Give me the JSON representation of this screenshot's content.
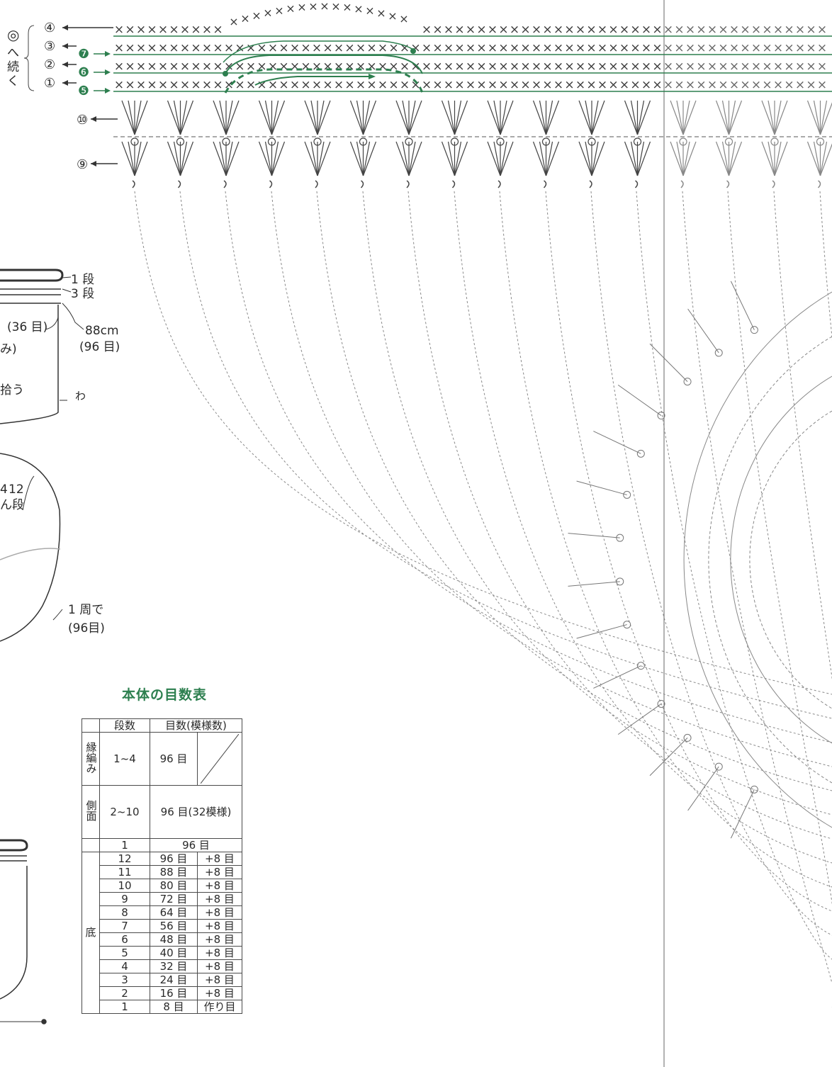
{
  "chart_labels": {
    "row_markers_left": [
      "④",
      "③",
      "②",
      "①"
    ],
    "row_markers_right": [
      "❼",
      "❻",
      "❺"
    ],
    "row_10": "⑩",
    "row_9": "⑨",
    "continue_note": "◎へ続く"
  },
  "schematic_labels": {
    "row1": "1 段",
    "row3": "3 段",
    "stitch36": "(36 目)",
    "circ_cm": "88cm",
    "circ_st": "(96 目)",
    "mi_fragment": "み)",
    "pick_fragment": "拾う",
    "wa": "わ",
    "rows_12": "12",
    "rows_dan": "ん段",
    "rows_4": "4",
    "round_label": "1 周で",
    "round_st": "(96目)"
  },
  "table": {
    "title": "本体の目数表",
    "header_row": "段数",
    "header_stitches": "目数(模様数)",
    "edge": {
      "section": "縁編み",
      "rows": "1~4",
      "stitches": "96 目"
    },
    "side": {
      "section": "側面",
      "rows": "2~10",
      "stitches": "96 目(32模様)"
    },
    "side_row1": {
      "rows": "1",
      "stitches": "96 目"
    },
    "bottom_section": "底",
    "bottom": [
      {
        "row": "12",
        "st": "96 目",
        "inc": "+8 目"
      },
      {
        "row": "11",
        "st": "88 目",
        "inc": "+8 目"
      },
      {
        "row": "10",
        "st": "80 目",
        "inc": "+8 目"
      },
      {
        "row": "9",
        "st": "72 目",
        "inc": "+8 目"
      },
      {
        "row": "8",
        "st": "64 目",
        "inc": "+8 目"
      },
      {
        "row": "7",
        "st": "56 目",
        "inc": "+8 目"
      },
      {
        "row": "6",
        "st": "48 目",
        "inc": "+8 目"
      },
      {
        "row": "5",
        "st": "40 目",
        "inc": "+8 目"
      },
      {
        "row": "4",
        "st": "32 目",
        "inc": "+8 目"
      },
      {
        "row": "3",
        "st": "24 目",
        "inc": "+8 目"
      },
      {
        "row": "2",
        "st": "16 目",
        "inc": "+8 目"
      },
      {
        "row": "1",
        "st": "8 目",
        "inc": "作り目"
      }
    ]
  },
  "colors": {
    "accent_green": "#2d7f4f",
    "line_gray": "#555555",
    "dash_gray": "#8a8a8a"
  }
}
